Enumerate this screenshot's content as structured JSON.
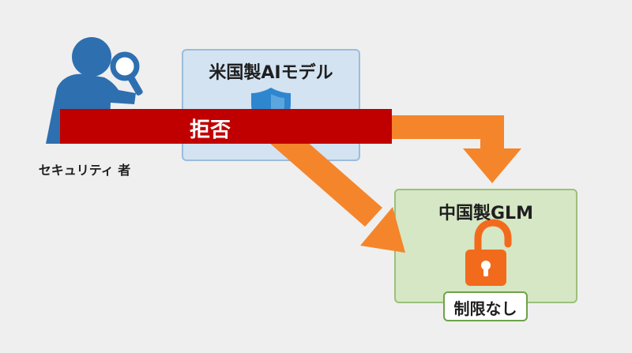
{
  "actor": {
    "label": "セキュリティ 者",
    "icon": "security-analyst-icon"
  },
  "us_model": {
    "title": "米国製AIモデル",
    "icon": "shield-icon"
  },
  "reject": {
    "label": "拒否"
  },
  "cn_model": {
    "title": "中国製GLM",
    "icon": "unlocked-padlock-icon",
    "badge": "制限なし"
  },
  "colors": {
    "background": "#efefef",
    "actor_blue": "#2e6fb0",
    "shield_blue": "#2e86cf",
    "reject_red": "#c00000",
    "arrow_orange": "#f5852b",
    "us_box_fill": "#d3e3f2",
    "cn_box_fill": "#d5e7c4",
    "lock_orange": "#f26b1d"
  }
}
